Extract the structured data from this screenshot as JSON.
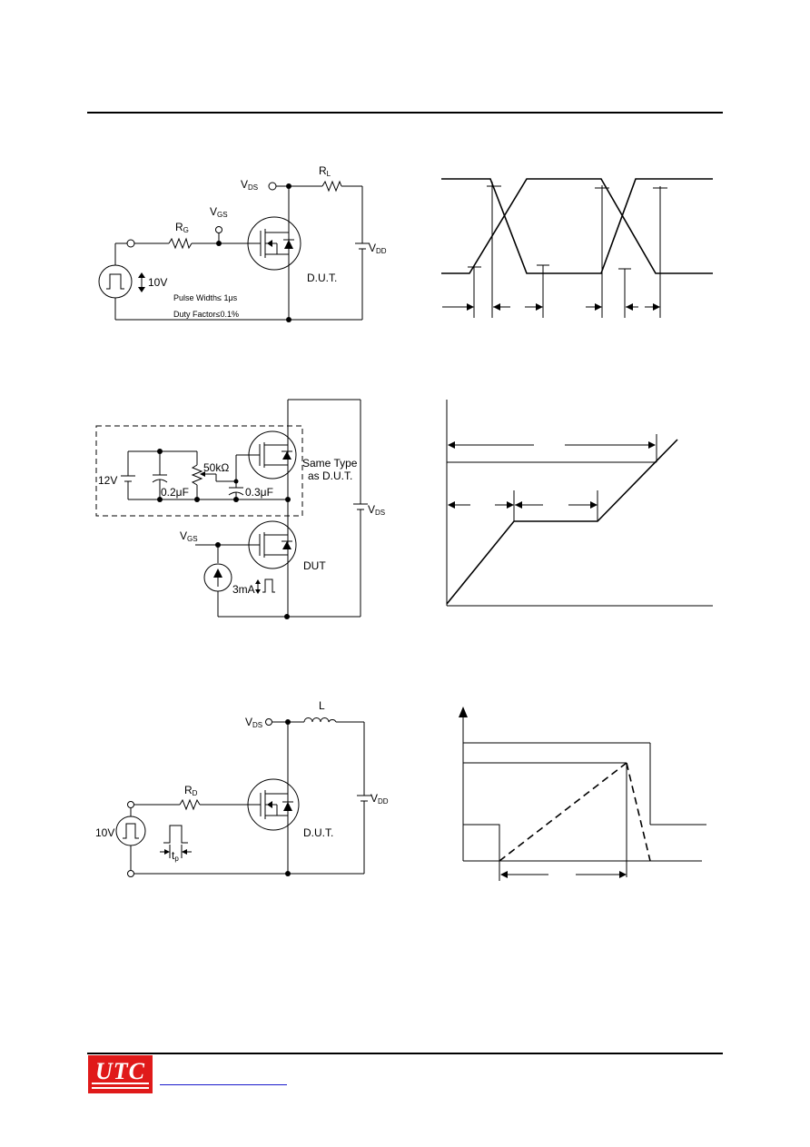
{
  "fig1": {
    "vds": "V",
    "vds_sub": "DS",
    "rl": "R",
    "rl_sub": "L",
    "vgs": "V",
    "vgs_sub": "GS",
    "rg": "R",
    "rg_sub": "G",
    "vdd": "V",
    "vdd_sub": "DD",
    "pulse_amp": "10V",
    "dut": "D.U.T.",
    "pulse_width": "Pulse Width≤ 1μs",
    "duty": "Duty Factor≤0.1%"
  },
  "fig2": {
    "v12": "12V",
    "c1": "0.2μF",
    "r50k": "50kΩ",
    "c2": "0.3μF",
    "same_type": "Same Type",
    "as_dut": "as D.U.T.",
    "vgs": "V",
    "vgs_sub": "GS",
    "ma3": "3mA",
    "dut": "DUT",
    "vds": "V",
    "vds_sub": "DS"
  },
  "fig3": {
    "l": "L",
    "vds": "V",
    "vds_sub": "DS",
    "rd": "R",
    "rd_sub": "D",
    "vdd": "V",
    "vdd_sub": "DD",
    "v10": "10V",
    "dut": "D.U.T.",
    "tp": "t",
    "tp_sub": "p"
  },
  "footer": {
    "logo": "UTC"
  }
}
